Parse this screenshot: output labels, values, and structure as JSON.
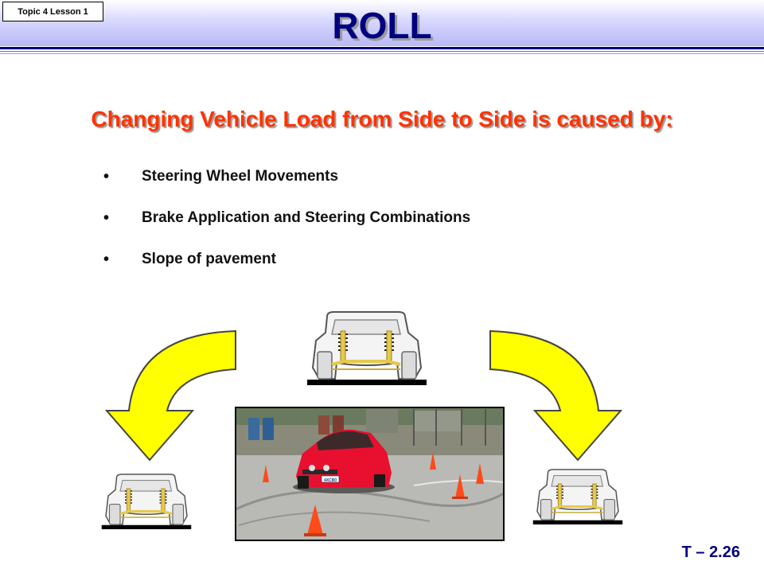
{
  "header": {
    "topic_label": "Topic 4 Lesson 1",
    "title": "ROLL"
  },
  "content": {
    "subtitle": "Changing Vehicle Load from Side to Side is caused by:",
    "bullets": [
      {
        "text": "Steering Wheel Movements"
      },
      {
        "text": "Brake Application and Steering Combinations"
      },
      {
        "text": "Slope of pavement"
      }
    ]
  },
  "footer": {
    "slide_number": "T – 2.26"
  },
  "photo": {
    "license_plate": "4XCB0"
  },
  "colors": {
    "title": "#000080",
    "subtitle": "#ff3300",
    "arrow_fill": "#ffff00",
    "car_body": "#e8102e",
    "cone": "#ff4a1a"
  },
  "icons": {
    "left_arrow": "curved-down-arrow-icon",
    "right_arrow": "curved-down-arrow-icon",
    "vehicle_diagram": "vehicle-rear-suspension-icon"
  }
}
